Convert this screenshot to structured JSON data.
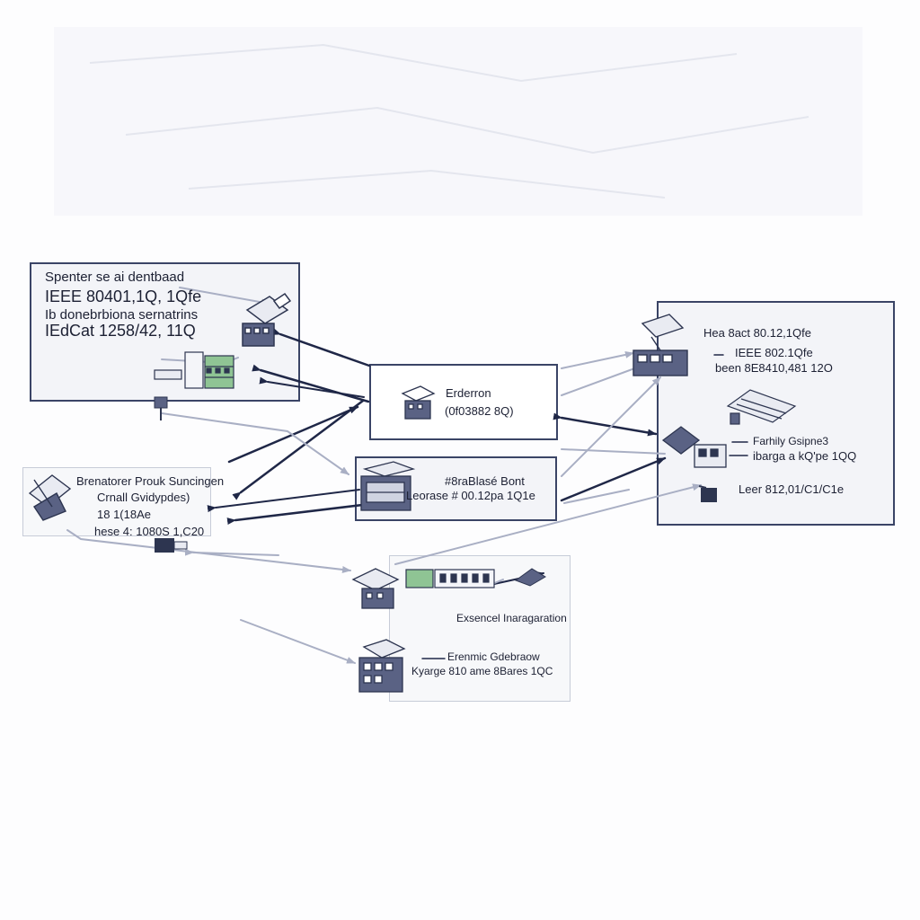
{
  "diagram": {
    "nodes": {
      "spanner": {
        "lines": [
          "Spenter se ai dentbaad",
          "IEEE 80401,1Q, 1Qfe",
          "Ib donebrbiona sernatrins",
          "IEdCat 1258/42, 11Q"
        ]
      },
      "breadner": {
        "lines": [
          "Brenatorer Prouk Suncingen",
          "Crnall Gvidypdes)",
          "18 1(18Ae",
          "hese 4: 1080S 1,C20"
        ]
      },
      "erderron": {
        "lines": [
          "Erderron",
          "(0f03882 8Q)"
        ]
      },
      "sabbase": {
        "lines": [
          "#8raBlasé Bont",
          "Leorase # 00.12pa 1Q1e"
        ]
      },
      "heabact": {
        "lines": [
          "Hea 8act 80.12,1Qfe",
          "IEEE 802.1Qfe",
          "been 8E8410,481 12O"
        ]
      },
      "farhily": {
        "lines": [
          "Farhily Gsipne3",
          "ibarga a kQ'pe 1QQ",
          "Leer 812,01/C1/C1e"
        ]
      },
      "exsencel": {
        "lines": [
          "Exsencel Inaragaration"
        ]
      },
      "eremic": {
        "lines": [
          "Erenmic Gdebraow",
          "Kyarge 810 ame 8Bares 1QC"
        ]
      }
    },
    "colors": {
      "box_border": "#3a4466",
      "wire_dark": "#1f2747",
      "wire_light": "#a9afc4",
      "device_dark": "#2d3550",
      "device_green": "#8fc494"
    }
  }
}
